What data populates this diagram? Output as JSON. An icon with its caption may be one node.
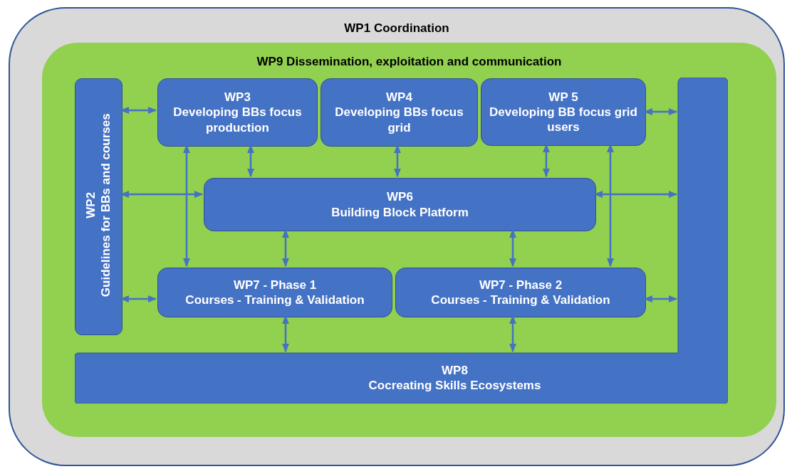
{
  "diagram": {
    "nodes": [
      {
        "text": [
          "WP1 Coordination"
        ]
      },
      {
        "text": [
          "WP9 Dissemination, exploitation and communication"
        ],
        "in": 0
      },
      {
        "text": [
          "WP2",
          "Guidelines for BBs and courses"
        ],
        "in": 1
      },
      {
        "text": [
          "WP3",
          "Developing BBs focus production"
        ],
        "in": 1
      },
      {
        "text": [
          "WP4",
          "Developing BBs focus grid"
        ],
        "in": 1
      },
      {
        "text": [
          "WP 5",
          "Developing BB focus grid users"
        ],
        "in": 1
      },
      {
        "text": [
          "WP6",
          "Building Block Platform"
        ],
        "in": 1
      },
      {
        "text": [
          "WP7 - Phase 1",
          "Courses - Training & Validation"
        ],
        "in": 1
      },
      {
        "text": [
          "WP7 - Phase 2",
          "Courses - Training & Validation"
        ],
        "in": 1
      },
      {
        "text": [
          "WP8",
          "Cocreating Skills Ecosystems"
        ],
        "in": 1
      }
    ],
    "edges": [
      {
        "from": 2,
        "to": 3,
        "arrow": "both"
      },
      {
        "from": 2,
        "to": 6,
        "arrow": "both"
      },
      {
        "from": 2,
        "to": 7,
        "arrow": "both"
      },
      {
        "from": 3,
        "to": 6,
        "arrow": "both"
      },
      {
        "from": 3,
        "to": 7,
        "arrow": "both"
      },
      {
        "from": 4,
        "to": 6,
        "arrow": "both"
      },
      {
        "from": 5,
        "to": 6,
        "arrow": "both"
      },
      {
        "from": 5,
        "to": 8,
        "arrow": "both"
      },
      {
        "from": 5,
        "to": 9,
        "arrow": "both"
      },
      {
        "from": 6,
        "to": 9,
        "arrow": "both"
      },
      {
        "from": 6,
        "to": 7,
        "arrow": "both"
      },
      {
        "from": 6,
        "to": 8,
        "arrow": "both"
      },
      {
        "from": 7,
        "to": 9,
        "arrow": "both"
      },
      {
        "from": 8,
        "to": 9,
        "arrow": "both"
      },
      {
        "from": 8,
        "to": 9,
        "arrow": "both"
      }
    ]
  }
}
